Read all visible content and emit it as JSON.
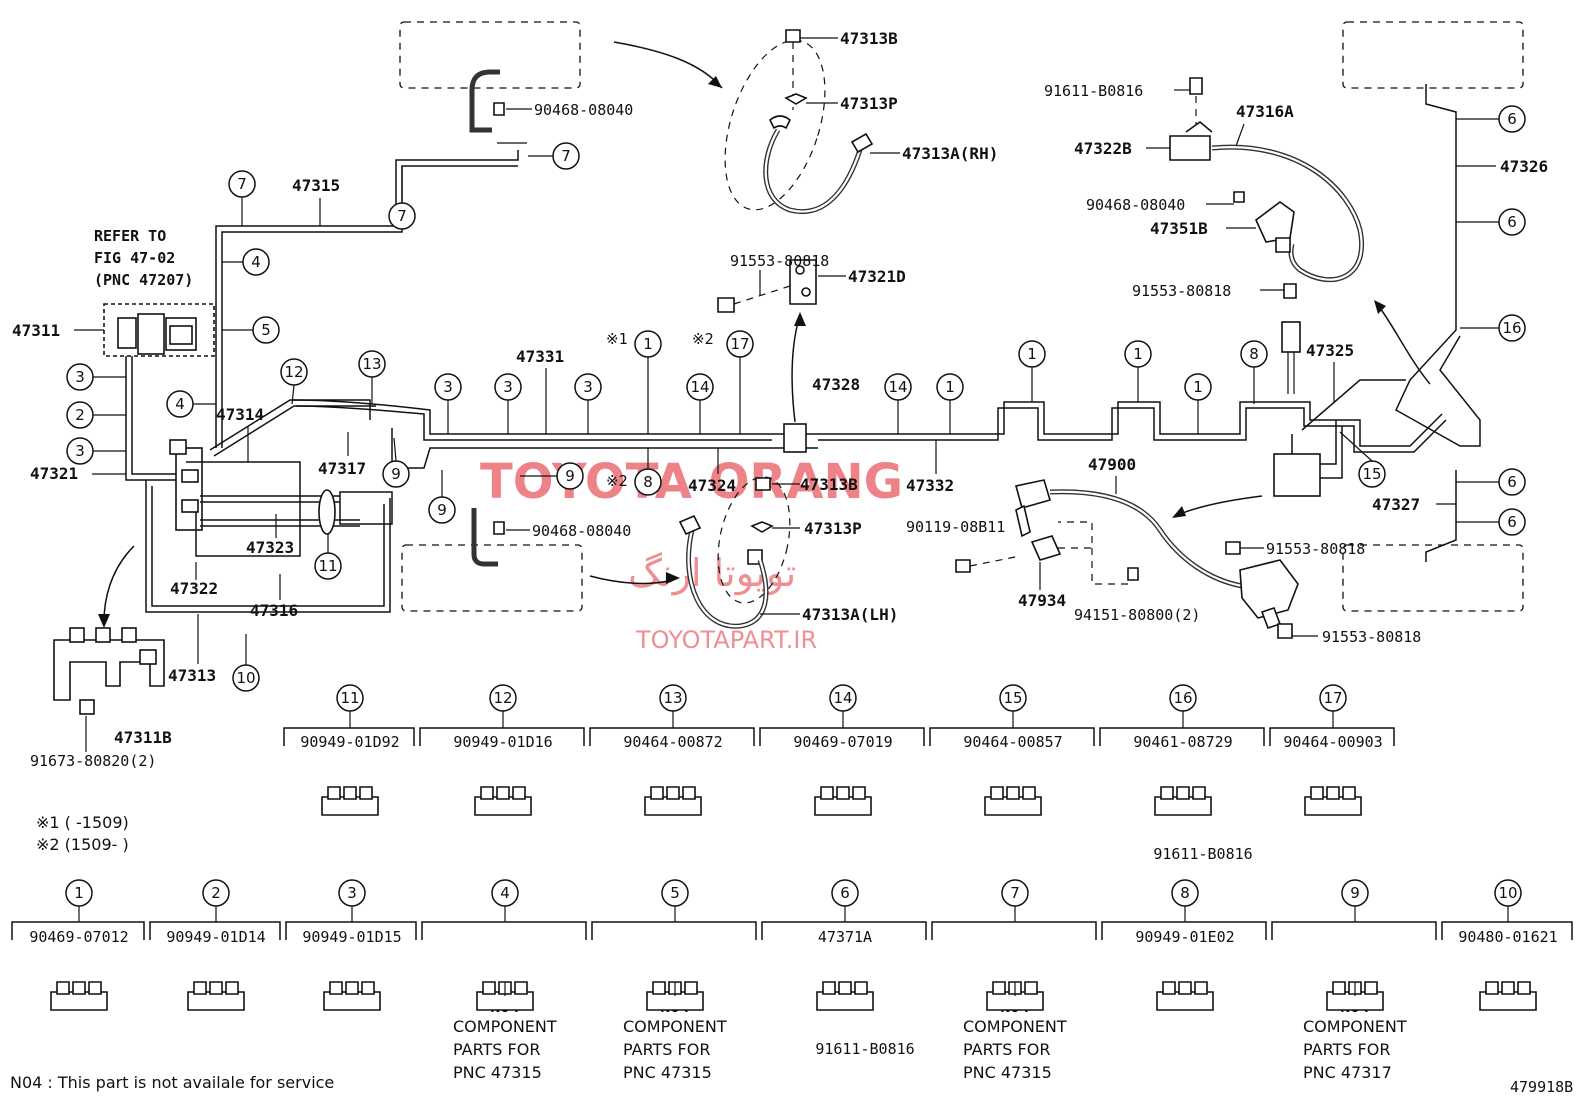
{
  "figure_id": "479918B",
  "watermark": {
    "brand": "TOYOTA ORANG",
    "persian": "تویوتا ارنگ",
    "url": "TOYOTAPART.IR"
  },
  "refer_note": [
    "REFER TO",
    "FIG 47-02",
    "(PNC 47207)"
  ],
  "footnotes": {
    "n1": "※1 (      -1509)",
    "n2": "※2 (1509-      )",
    "n04": "N04 :  This part is not availale for service"
  },
  "callouts": {
    "p47313B_top": "47313B",
    "p47313P_top": "47313P",
    "p47313A_rh": "47313A(RH)",
    "p90468_top": "90468-08040",
    "p47315": "47315",
    "p47311": "47311",
    "p47321": "47321",
    "p47314": "47314",
    "p47317": "47317",
    "p47323": "47323",
    "p47322": "47322",
    "p47316": "47316",
    "p47313": "47313",
    "p47311B": "47311B",
    "p91673": "91673-80820(2)",
    "p47331": "47331",
    "p47324": "47324",
    "p47328": "47328",
    "p47332": "47332",
    "p47313B_mid": "47313B",
    "p47313P_mid": "47313P",
    "p47313A_lh": "47313A(LH)",
    "p90468_mid": "90468-08040",
    "p91553_a": "91553-80818",
    "p47321D": "47321D",
    "star1": "※1",
    "star2a": "※2",
    "star2b": "※2",
    "p91611_top": "91611-B0816",
    "p47316A": "47316A",
    "p47322B": "47322B",
    "p90468_right": "90468-08040",
    "p47351B": "47351B",
    "p91553_b": "91553-80818",
    "p47326": "47326",
    "p47325": "47325",
    "p47327": "47327",
    "p47900": "47900",
    "p90119": "90119-08B11",
    "p47934": "47934",
    "p94151": "94151-80800(2)",
    "p91553_c": "91553-80818",
    "p91553_d": "91553-80818"
  },
  "clip_table_top": [
    {
      "n": "11",
      "pn": "90949-01D92"
    },
    {
      "n": "12",
      "pn": "90949-01D16"
    },
    {
      "n": "13",
      "pn": "90464-00872"
    },
    {
      "n": "14",
      "pn": "90469-07019"
    },
    {
      "n": "15",
      "pn": "90464-00857"
    },
    {
      "n": "16",
      "pn": "90461-08729",
      "sub": "91611-B0816"
    },
    {
      "n": "17",
      "pn": "90464-00903"
    }
  ],
  "clip_table_bottom": [
    {
      "n": "1",
      "pn": "90469-07012"
    },
    {
      "n": "2",
      "pn": "90949-01D14"
    },
    {
      "n": "3",
      "pn": "90949-01D15"
    },
    {
      "n": "4",
      "pn": "N04",
      "note": [
        "COMPONENT",
        "PARTS FOR",
        "PNC 47315"
      ]
    },
    {
      "n": "5",
      "pn": "N04",
      "note": [
        "COMPONENT",
        "PARTS FOR",
        "PNC 47315"
      ]
    },
    {
      "n": "6",
      "pn": "47371A",
      "sub": "91611-B0816"
    },
    {
      "n": "7",
      "pn": "N04",
      "note": [
        "COMPONENT",
        "PARTS FOR",
        "PNC 47315"
      ]
    },
    {
      "n": "8",
      "pn": "90949-01E02"
    },
    {
      "n": "9",
      "pn": "N04",
      "note": [
        "COMPONENT",
        "PARTS FOR",
        "PNC 47317"
      ]
    },
    {
      "n": "10",
      "pn": "90480-01621"
    }
  ],
  "clip_markers": [
    "1",
    "2",
    "3",
    "4",
    "5",
    "6",
    "7",
    "8",
    "9",
    "10",
    "11",
    "12",
    "13",
    "14",
    "15",
    "16",
    "17"
  ]
}
